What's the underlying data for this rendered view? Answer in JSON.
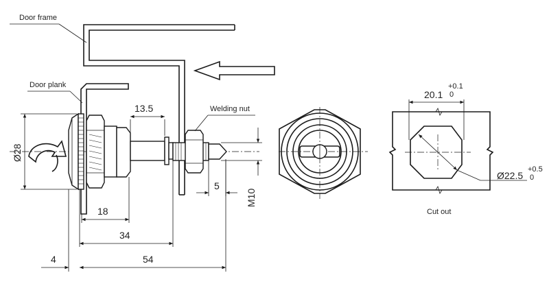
{
  "labels": {
    "door_frame": "Door frame",
    "door_plank": "Door plank",
    "welding_nut": "Welding nut",
    "cut_out": "Cut out"
  },
  "dimensions": {
    "dia28": "Ø28",
    "d13_5": "13.5",
    "d18": "18",
    "d34": "34",
    "d4": "4",
    "d54": "54",
    "d5": "5",
    "m10": "M10",
    "d20_1": "20.1",
    "d20_1_tol_upper": "+0.1",
    "d20_1_tol_lower": "0",
    "dia22_5": "Ø22.5",
    "dia22_5_tol_upper": "+0.5",
    "dia22_5_tol_lower": "0"
  }
}
